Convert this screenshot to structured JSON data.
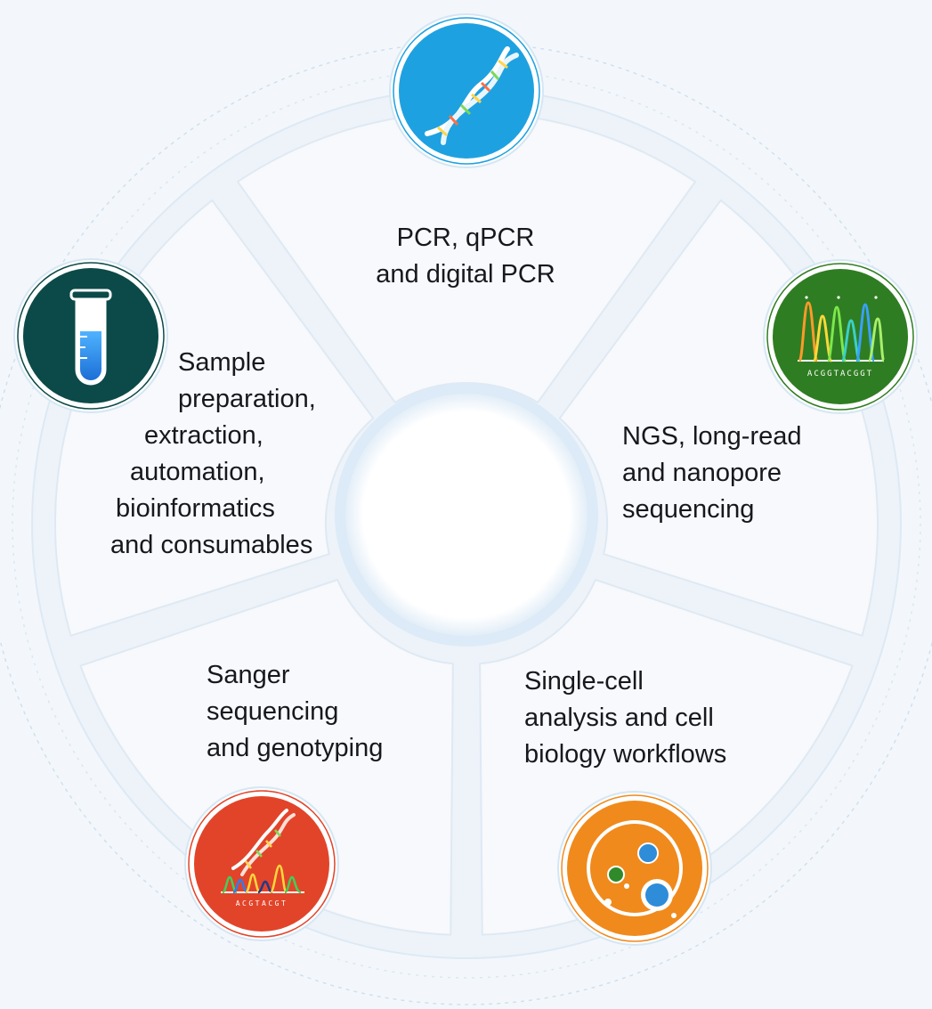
{
  "segments": [
    {
      "id": "pcr",
      "lines": [
        "PCR, qPCR",
        "and digital PCR"
      ],
      "icon": "dna-helix-icon",
      "icon_color": "#1ea1e0"
    },
    {
      "id": "ngs",
      "lines": [
        "NGS, long-read",
        "and nanopore",
        "sequencing"
      ],
      "icon": "chromatogram-icon",
      "icon_color": "#2f7d22",
      "icon_text": "ACGGTACGGT"
    },
    {
      "id": "single-cell",
      "lines": [
        "Single-cell",
        "analysis and cell",
        "biology workflows"
      ],
      "icon": "cell-icon",
      "icon_color": "#f08a1c"
    },
    {
      "id": "sanger",
      "lines": [
        "Sanger",
        "sequencing",
        "and genotyping"
      ],
      "icon": "dna-chromatogram-icon",
      "icon_color": "#e2442a",
      "icon_text": "ACGTACGT"
    },
    {
      "id": "sample-prep",
      "lines": [
        "Sample",
        "preparation,",
        "extraction,",
        "automation,",
        "bioinformatics",
        "and consumables"
      ],
      "icon": "test-tube-icon",
      "icon_color": "#0b4a48"
    }
  ],
  "colors": {
    "background": "#f3f7fb",
    "segment_fill": "#f7f9fc",
    "segment_border": "#dfe9f3",
    "text": "#16181d"
  }
}
